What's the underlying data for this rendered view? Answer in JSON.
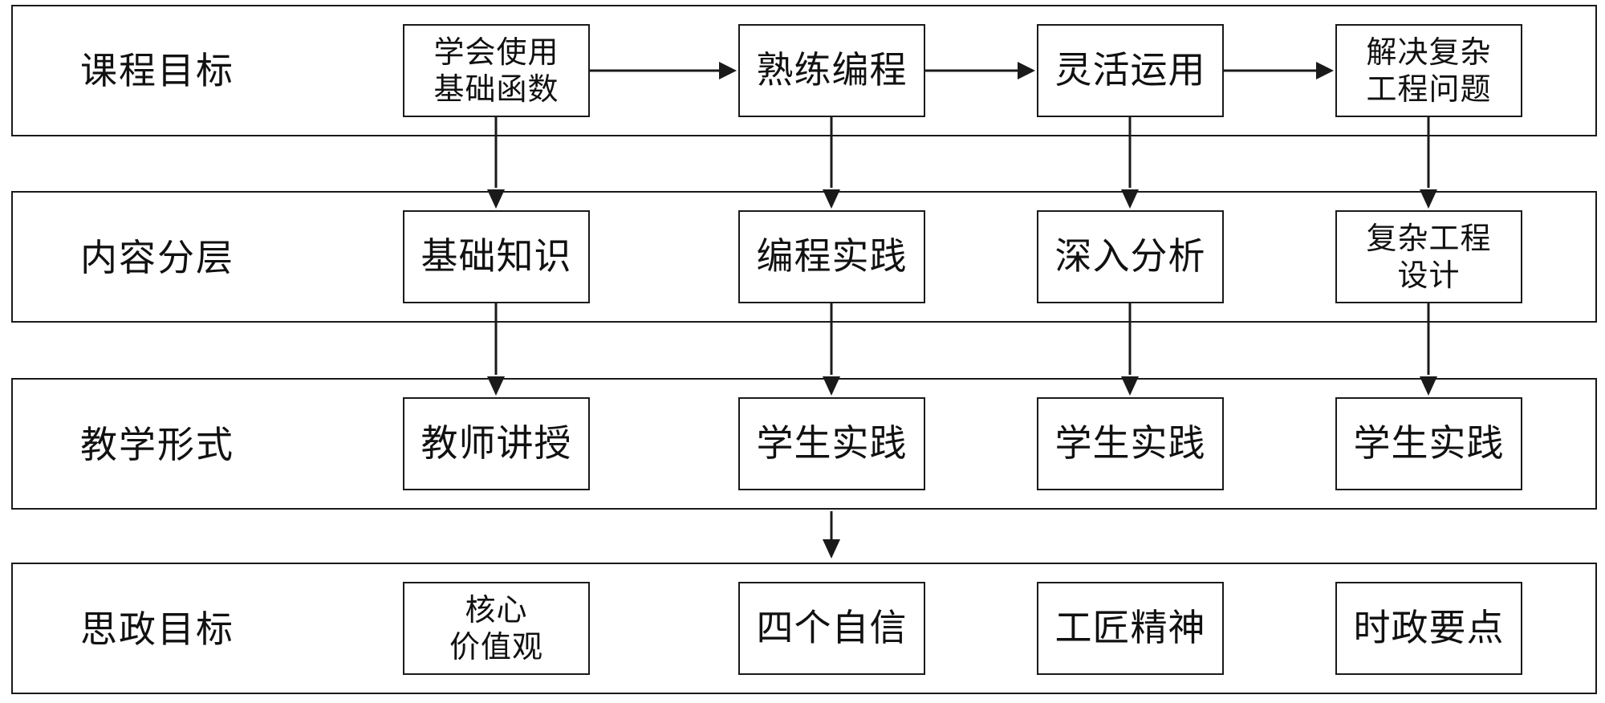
{
  "bands": {
    "goals": "课程目标",
    "content": "内容分层",
    "teaching": "教学形式",
    "ideology": "思政目标"
  },
  "nodes": {
    "goal1": "学会使用\n基础函数",
    "goal2": "熟练编程",
    "goal3": "灵活运用",
    "goal4": "解决复杂\n工程问题",
    "content1": "基础知识",
    "content2": "编程实践",
    "content3": "深入分析",
    "content4": "复杂工程\n设计",
    "teach1": "教师讲授",
    "teach2": "学生实践",
    "teach3": "学生实践",
    "teach4": "学生实践",
    "ideo1": "核心\n价值观",
    "ideo2": "四个自信",
    "ideo3": "工匠精神",
    "ideo4": "时政要点"
  },
  "colors": {
    "line": "#1a1a1a",
    "background": "#ffffff",
    "text": "#111111"
  }
}
